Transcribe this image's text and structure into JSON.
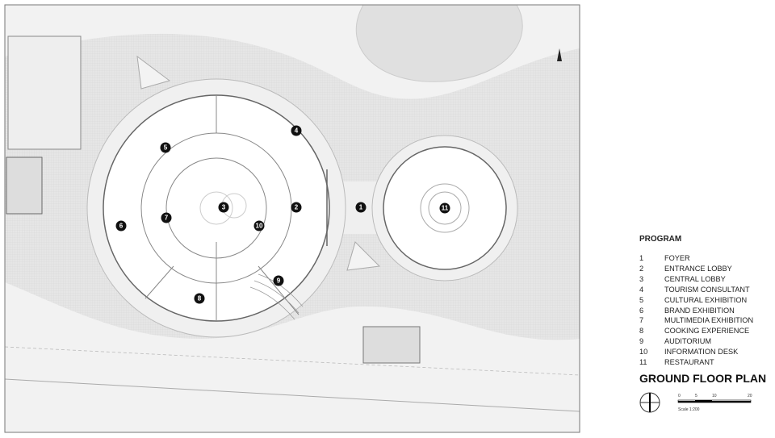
{
  "plan": {
    "markers": [
      "1",
      "2",
      "3",
      "4",
      "5",
      "6",
      "7",
      "8",
      "9",
      "10",
      "11"
    ]
  },
  "legend": {
    "heading": "PROGRAM",
    "items": [
      {
        "num": "1",
        "label": "FOYER"
      },
      {
        "num": "2",
        "label": "ENTRANCE LOBBY"
      },
      {
        "num": "3",
        "label": "CENTRAL LOBBY"
      },
      {
        "num": "4",
        "label": "TOURISM CONSULTANT"
      },
      {
        "num": "5",
        "label": "CULTURAL EXHIBITION"
      },
      {
        "num": "6",
        "label": "BRAND EXHIBITION"
      },
      {
        "num": "7",
        "label": "MULTIMEDIA EXHIBITION"
      },
      {
        "num": "8",
        "label": "COOKING EXPERIENCE"
      },
      {
        "num": "9",
        "label": "AUDITORIUM"
      },
      {
        "num": "10",
        "label": "INFORMATION DESK"
      },
      {
        "num": "11",
        "label": "RESTAURANT"
      }
    ]
  },
  "title": "GROUND FLOOR PLAN",
  "scale": {
    "ticks": [
      "0",
      "5",
      "10",
      "20"
    ],
    "caption": "Scale 1:200"
  },
  "icons": [
    "north-arrow-icon"
  ],
  "colors": {
    "ground": "#e4e4e4",
    "road": "#f4f4f4",
    "marker": "#111111",
    "wall": "#777777"
  }
}
